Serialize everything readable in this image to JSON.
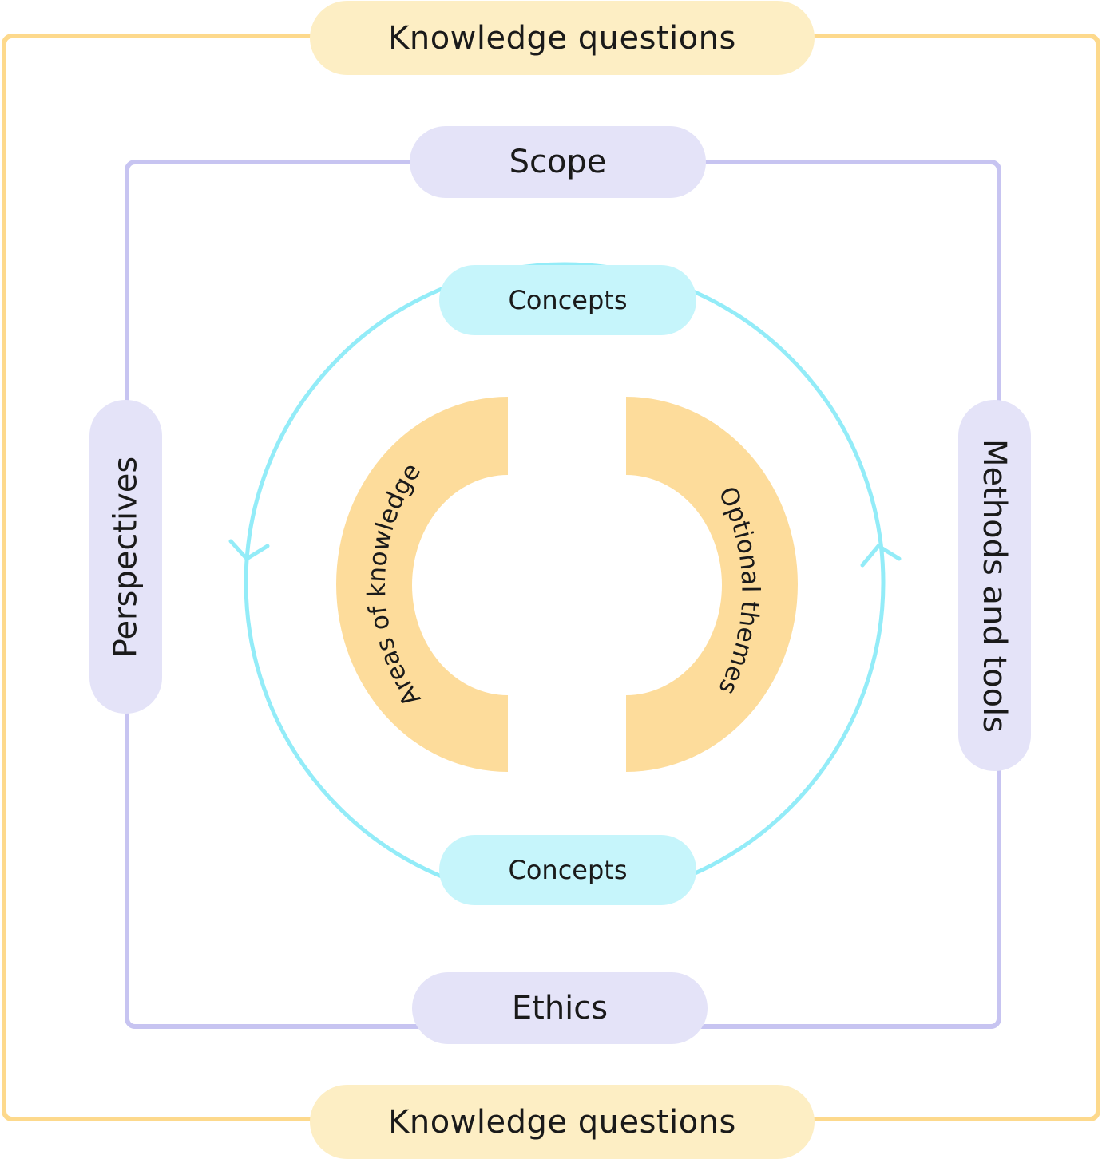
{
  "outer_frame": {
    "top_label": "Knowledge questions",
    "bottom_label": "Knowledge questions"
  },
  "inner_frame": {
    "top_label": "Scope",
    "bottom_label": "Ethics",
    "left_label": "Perspectives",
    "right_label": "Methods and tools"
  },
  "cycle": {
    "top_label": "Concepts",
    "bottom_label": "Concepts"
  },
  "core": {
    "left_arc_label": "Areas of knowledge",
    "right_arc_label": "Optional themes"
  },
  "colors": {
    "outer_frame": "#fdd98c",
    "outer_pill": "#fdeec4",
    "inner_frame": "#c7c4f1",
    "inner_pill": "#e4e3f8",
    "cycle": "#93ecf8",
    "cycle_pill": "#c6f5fb",
    "core_arcs": "#fddc9b",
    "text": "#1a1a1a"
  }
}
